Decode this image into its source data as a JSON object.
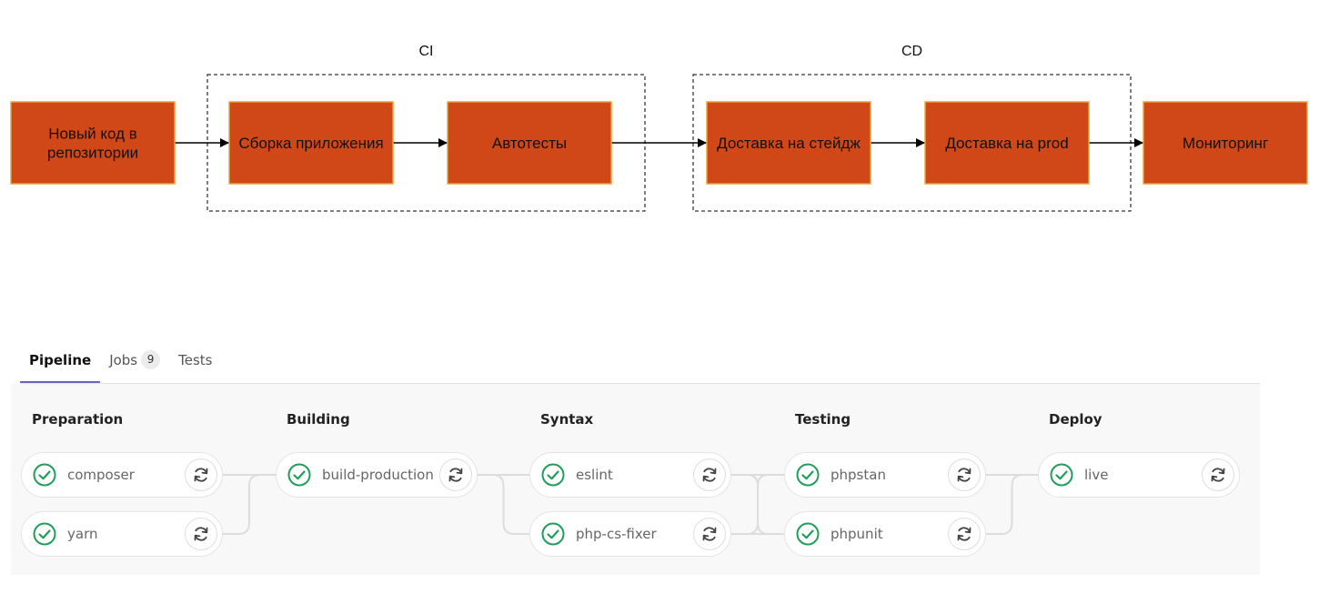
{
  "diagram": {
    "groups": [
      {
        "id": "ci",
        "label": "CI"
      },
      {
        "id": "cd",
        "label": "CD"
      }
    ],
    "nodes": [
      {
        "id": "new-code",
        "lines": [
          "Новый код в",
          "репозитории"
        ]
      },
      {
        "id": "build-app",
        "lines": [
          "Сборка приложения"
        ]
      },
      {
        "id": "autotests",
        "lines": [
          "Автотесты"
        ]
      },
      {
        "id": "deliver-stage",
        "lines": [
          "Доставка на стейдж"
        ]
      },
      {
        "id": "deliver-prod",
        "lines": [
          "Доставка на prod"
        ]
      },
      {
        "id": "monitoring",
        "lines": [
          "Мониторинг"
        ]
      }
    ],
    "edges": [
      {
        "from": "new-code",
        "to": "build-app"
      },
      {
        "from": "build-app",
        "to": "autotests"
      },
      {
        "from": "autotests",
        "to": "deliver-stage"
      },
      {
        "from": "deliver-stage",
        "to": "deliver-prod"
      },
      {
        "from": "deliver-prod",
        "to": "monitoring"
      }
    ],
    "colors": {
      "node_fill": "#d04817",
      "node_border": "#e8a33a",
      "edge": "#000000",
      "group_border": "#000000"
    }
  },
  "pipeline": {
    "tabs": [
      {
        "label": "Pipeline",
        "active": true
      },
      {
        "label": "Jobs",
        "count": "9",
        "active": false
      },
      {
        "label": "Tests",
        "active": false
      }
    ],
    "stages": [
      {
        "name": "Preparation",
        "jobs": [
          {
            "name": "composer",
            "status": "success"
          },
          {
            "name": "yarn",
            "status": "success"
          }
        ]
      },
      {
        "name": "Building",
        "jobs": [
          {
            "name": "build-production",
            "status": "success"
          }
        ]
      },
      {
        "name": "Syntax",
        "jobs": [
          {
            "name": "eslint",
            "status": "success"
          },
          {
            "name": "php-cs-fixer",
            "status": "success"
          }
        ]
      },
      {
        "name": "Testing",
        "jobs": [
          {
            "name": "phpstan",
            "status": "success"
          },
          {
            "name": "phpunit",
            "status": "success"
          }
        ]
      },
      {
        "name": "Deploy",
        "jobs": [
          {
            "name": "live",
            "status": "success"
          }
        ]
      }
    ],
    "icons": {
      "status": "check-circle-icon",
      "action": "retry-icon"
    },
    "colors": {
      "success": "#1f9e59",
      "active_tab_underline": "#6666c4"
    }
  }
}
